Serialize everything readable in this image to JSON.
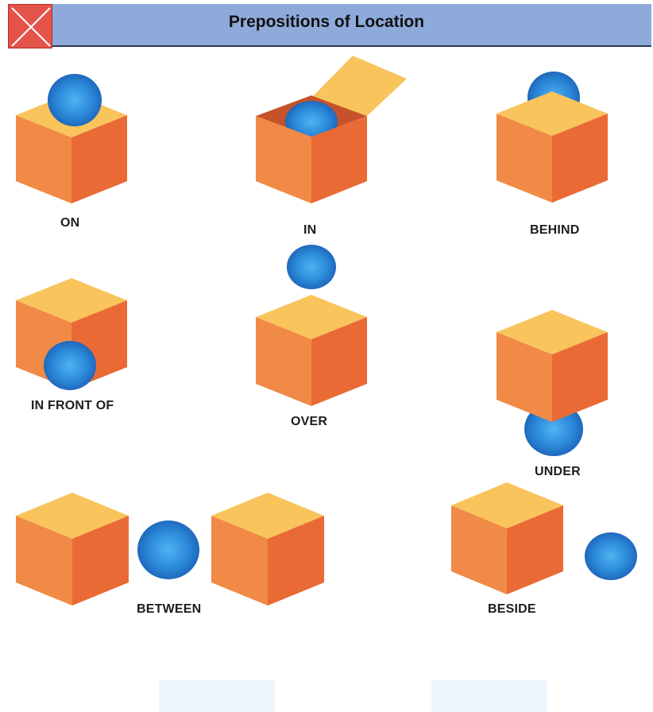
{
  "header": {
    "title": "Prepositions of Location",
    "close_icon": "close-icon",
    "background": "#8eaadb",
    "close_color": "#e4534a"
  },
  "colors": {
    "cube_top": "#f8c45b",
    "cube_left": "#f08a46",
    "cube_right": "#ea6a36",
    "box_inside": "#c5522a",
    "ball_light": "#4fb3f2",
    "ball_dark": "#1c5fb4"
  },
  "prepositions": [
    {
      "id": "on",
      "label": "ON"
    },
    {
      "id": "in",
      "label": "IN"
    },
    {
      "id": "behind",
      "label": "BEHIND"
    },
    {
      "id": "in-front-of",
      "label": "IN FRONT OF"
    },
    {
      "id": "over",
      "label": "OVER"
    },
    {
      "id": "under",
      "label": "UNDER"
    },
    {
      "id": "between",
      "label": "BETWEEN"
    },
    {
      "id": "beside",
      "label": "BESIDE"
    }
  ]
}
